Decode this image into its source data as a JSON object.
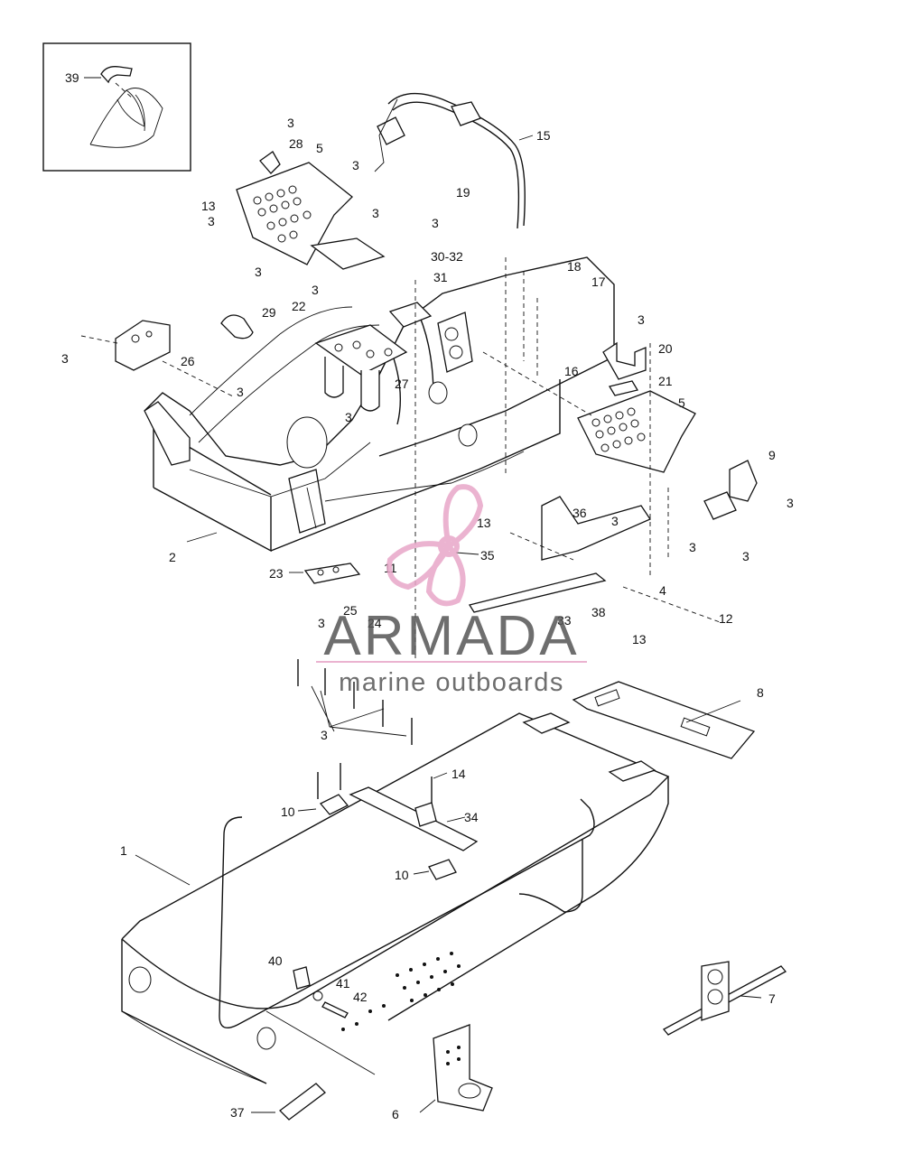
{
  "watermark": {
    "brand": "ARMADA",
    "tagline": "marine outboards",
    "logo_color": "#e8a6c8",
    "text_color": "#555555"
  },
  "callouts": {
    "c1": "1",
    "c2": "2",
    "c3": "3",
    "c4": "4",
    "c5": "5",
    "c6": "6",
    "c7": "7",
    "c8": "8",
    "c9": "9",
    "c10": "10",
    "c11": "11",
    "c12": "12",
    "c13": "13",
    "c14": "14",
    "c15": "15",
    "c16": "16",
    "c17": "17",
    "c18": "18",
    "c19": "19",
    "c20": "20",
    "c21": "21",
    "c22": "22",
    "c23": "23",
    "c24": "24",
    "c25": "25",
    "c26": "26",
    "c27": "27",
    "c28": "28",
    "c29": "29",
    "c30_32": "30-32",
    "c31": "31",
    "c33": "33",
    "c34": "34",
    "c35": "35",
    "c36": "36",
    "c37": "37",
    "c38": "38",
    "c39": "39",
    "c40": "40",
    "c41": "41",
    "c42": "42"
  }
}
